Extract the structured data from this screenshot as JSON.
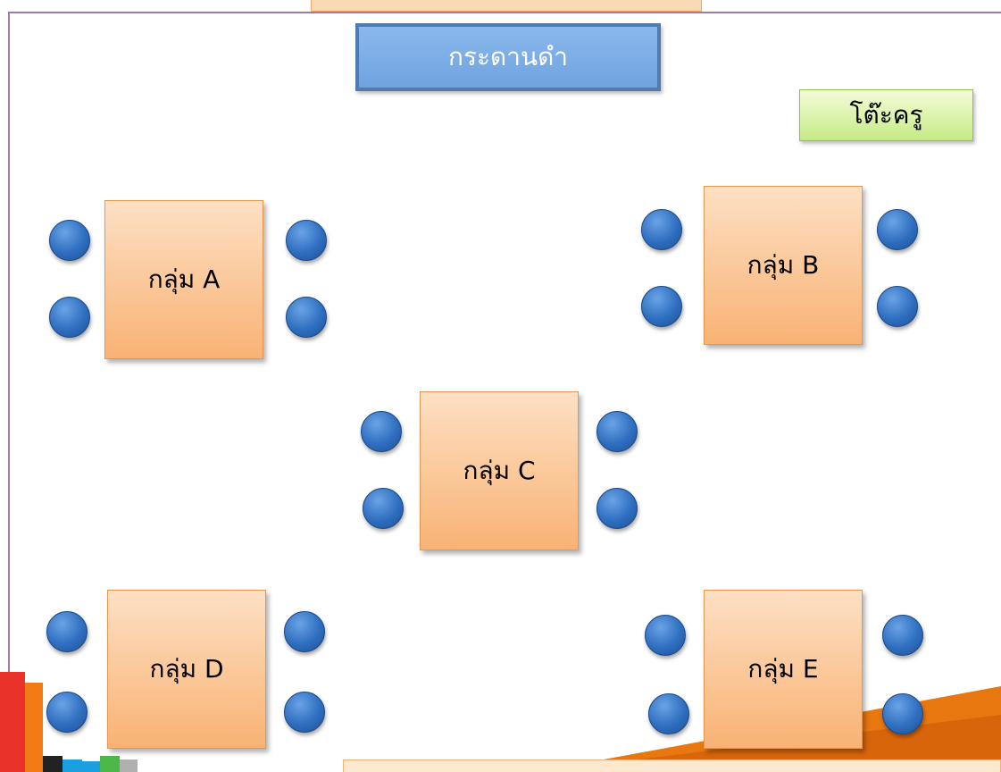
{
  "blackboard": {
    "label": "กระดานดำ"
  },
  "teacher_desk": {
    "label": "โต๊ะครู"
  },
  "groups": [
    {
      "id": "A",
      "label": "กลุ่ม A"
    },
    {
      "id": "B",
      "label": "กลุ่ม B"
    },
    {
      "id": "C",
      "label": "กลุ่ม C"
    },
    {
      "id": "D",
      "label": "กลุ่ม D"
    },
    {
      "id": "E",
      "label": "กลุ่ม E"
    }
  ],
  "colors": {
    "blackboard": "#7aaee8",
    "teacher_desk": "#d4f0a0",
    "table": "#fbc999",
    "seat": "#2f6fc0",
    "accent_orange": "#e8770f"
  },
  "icons": {
    "seat": "blue-circle-seat-icon"
  }
}
